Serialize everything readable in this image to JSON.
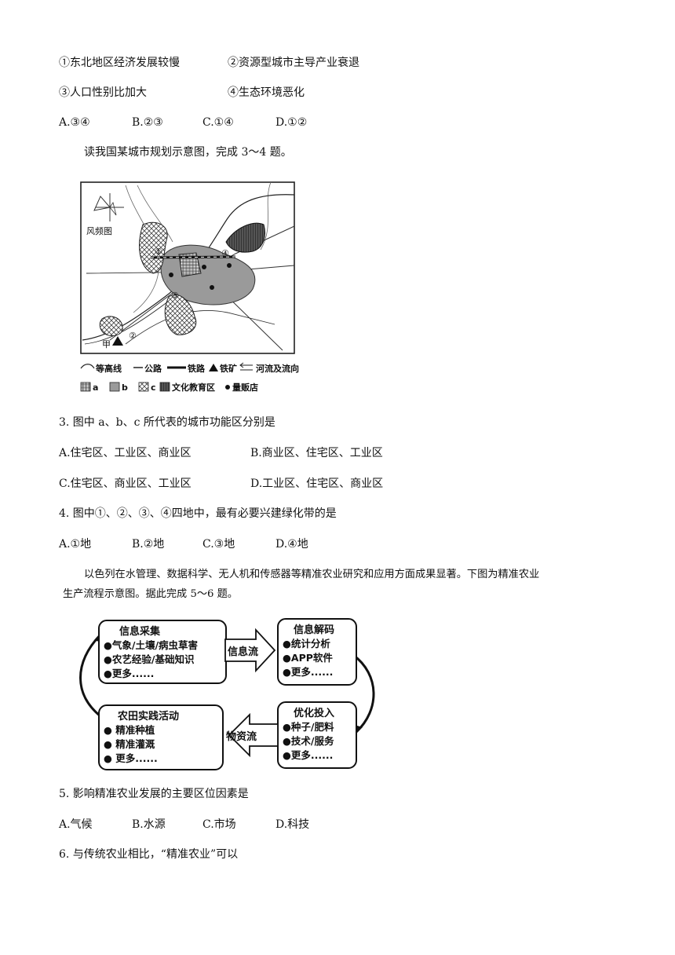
{
  "q2_options": {
    "o1": "①东北地区经济发展较慢",
    "o2": "②资源型城市主导产业衰退",
    "o3": "③人口性别比加大",
    "o4": "④生态环境恶化",
    "answers": [
      "A.③④",
      "B.②③",
      "C.①④",
      "D.①②"
    ]
  },
  "intro_3_4": "读我国某城市规划示意图，完成 3～4 题。",
  "map": {
    "wind_label": "风频图",
    "jia": "甲",
    "markers": [
      "①",
      "②",
      "③",
      "④"
    ],
    "legend": {
      "contour": "等高线",
      "road": "公路",
      "rail": "铁路",
      "mine": "铁矿",
      "river": "河流及流向",
      "a": "a",
      "b": "b",
      "c": "c",
      "edu": "文化教育区",
      "store": "量贩店"
    }
  },
  "q3": {
    "stem": "3. 图中 a、b、c 所代表的城市功能区分别是",
    "A": "A.住宅区、工业区、商业区",
    "B": "B.商业区、住宅区、工业区",
    "C": "C.住宅区、商业区、工业区",
    "D": "D.工业区、住宅区、商业区"
  },
  "q4": {
    "stem": "4. 图中①、②、③、④四地中，最有必要兴建绿化带的是",
    "answers": [
      "A.①地",
      "B.②地",
      "C.③地",
      "D.④地"
    ]
  },
  "intro_5_6": {
    "line1": "以色列在水管理、数据科学、无人机和传感器等精准农业研究和应用方面成果显著。下图为精准农业",
    "line2": "生产流程示意图。据此完成 5～6 题。"
  },
  "flow": {
    "box1": {
      "title": "信息采集",
      "items": [
        "●气象/土壤/病虫草害",
        "●农艺经验/基础知识",
        "●更多......"
      ]
    },
    "box2": {
      "title": "信息解码",
      "items": [
        "●统计分析",
        "●APP软件",
        "●更多......"
      ]
    },
    "box3": {
      "title": "优化投入",
      "items": [
        "●种子/肥料",
        "●技术/服务",
        "●更多......"
      ]
    },
    "box4": {
      "title": "农田实践活动",
      "items": [
        "● 精准种植",
        "● 精准灌溉",
        "● 更多......"
      ]
    },
    "arrow_info": "信息流",
    "arrow_material": "物资流"
  },
  "q5": {
    "stem": "5. 影响精准农业发展的主要区位因素是",
    "answers": [
      "A.气候",
      "B.水源",
      "C.市场",
      "D.科技"
    ]
  },
  "q6": {
    "stem": "6. 与传统农业相比，“精准农业”可以"
  }
}
